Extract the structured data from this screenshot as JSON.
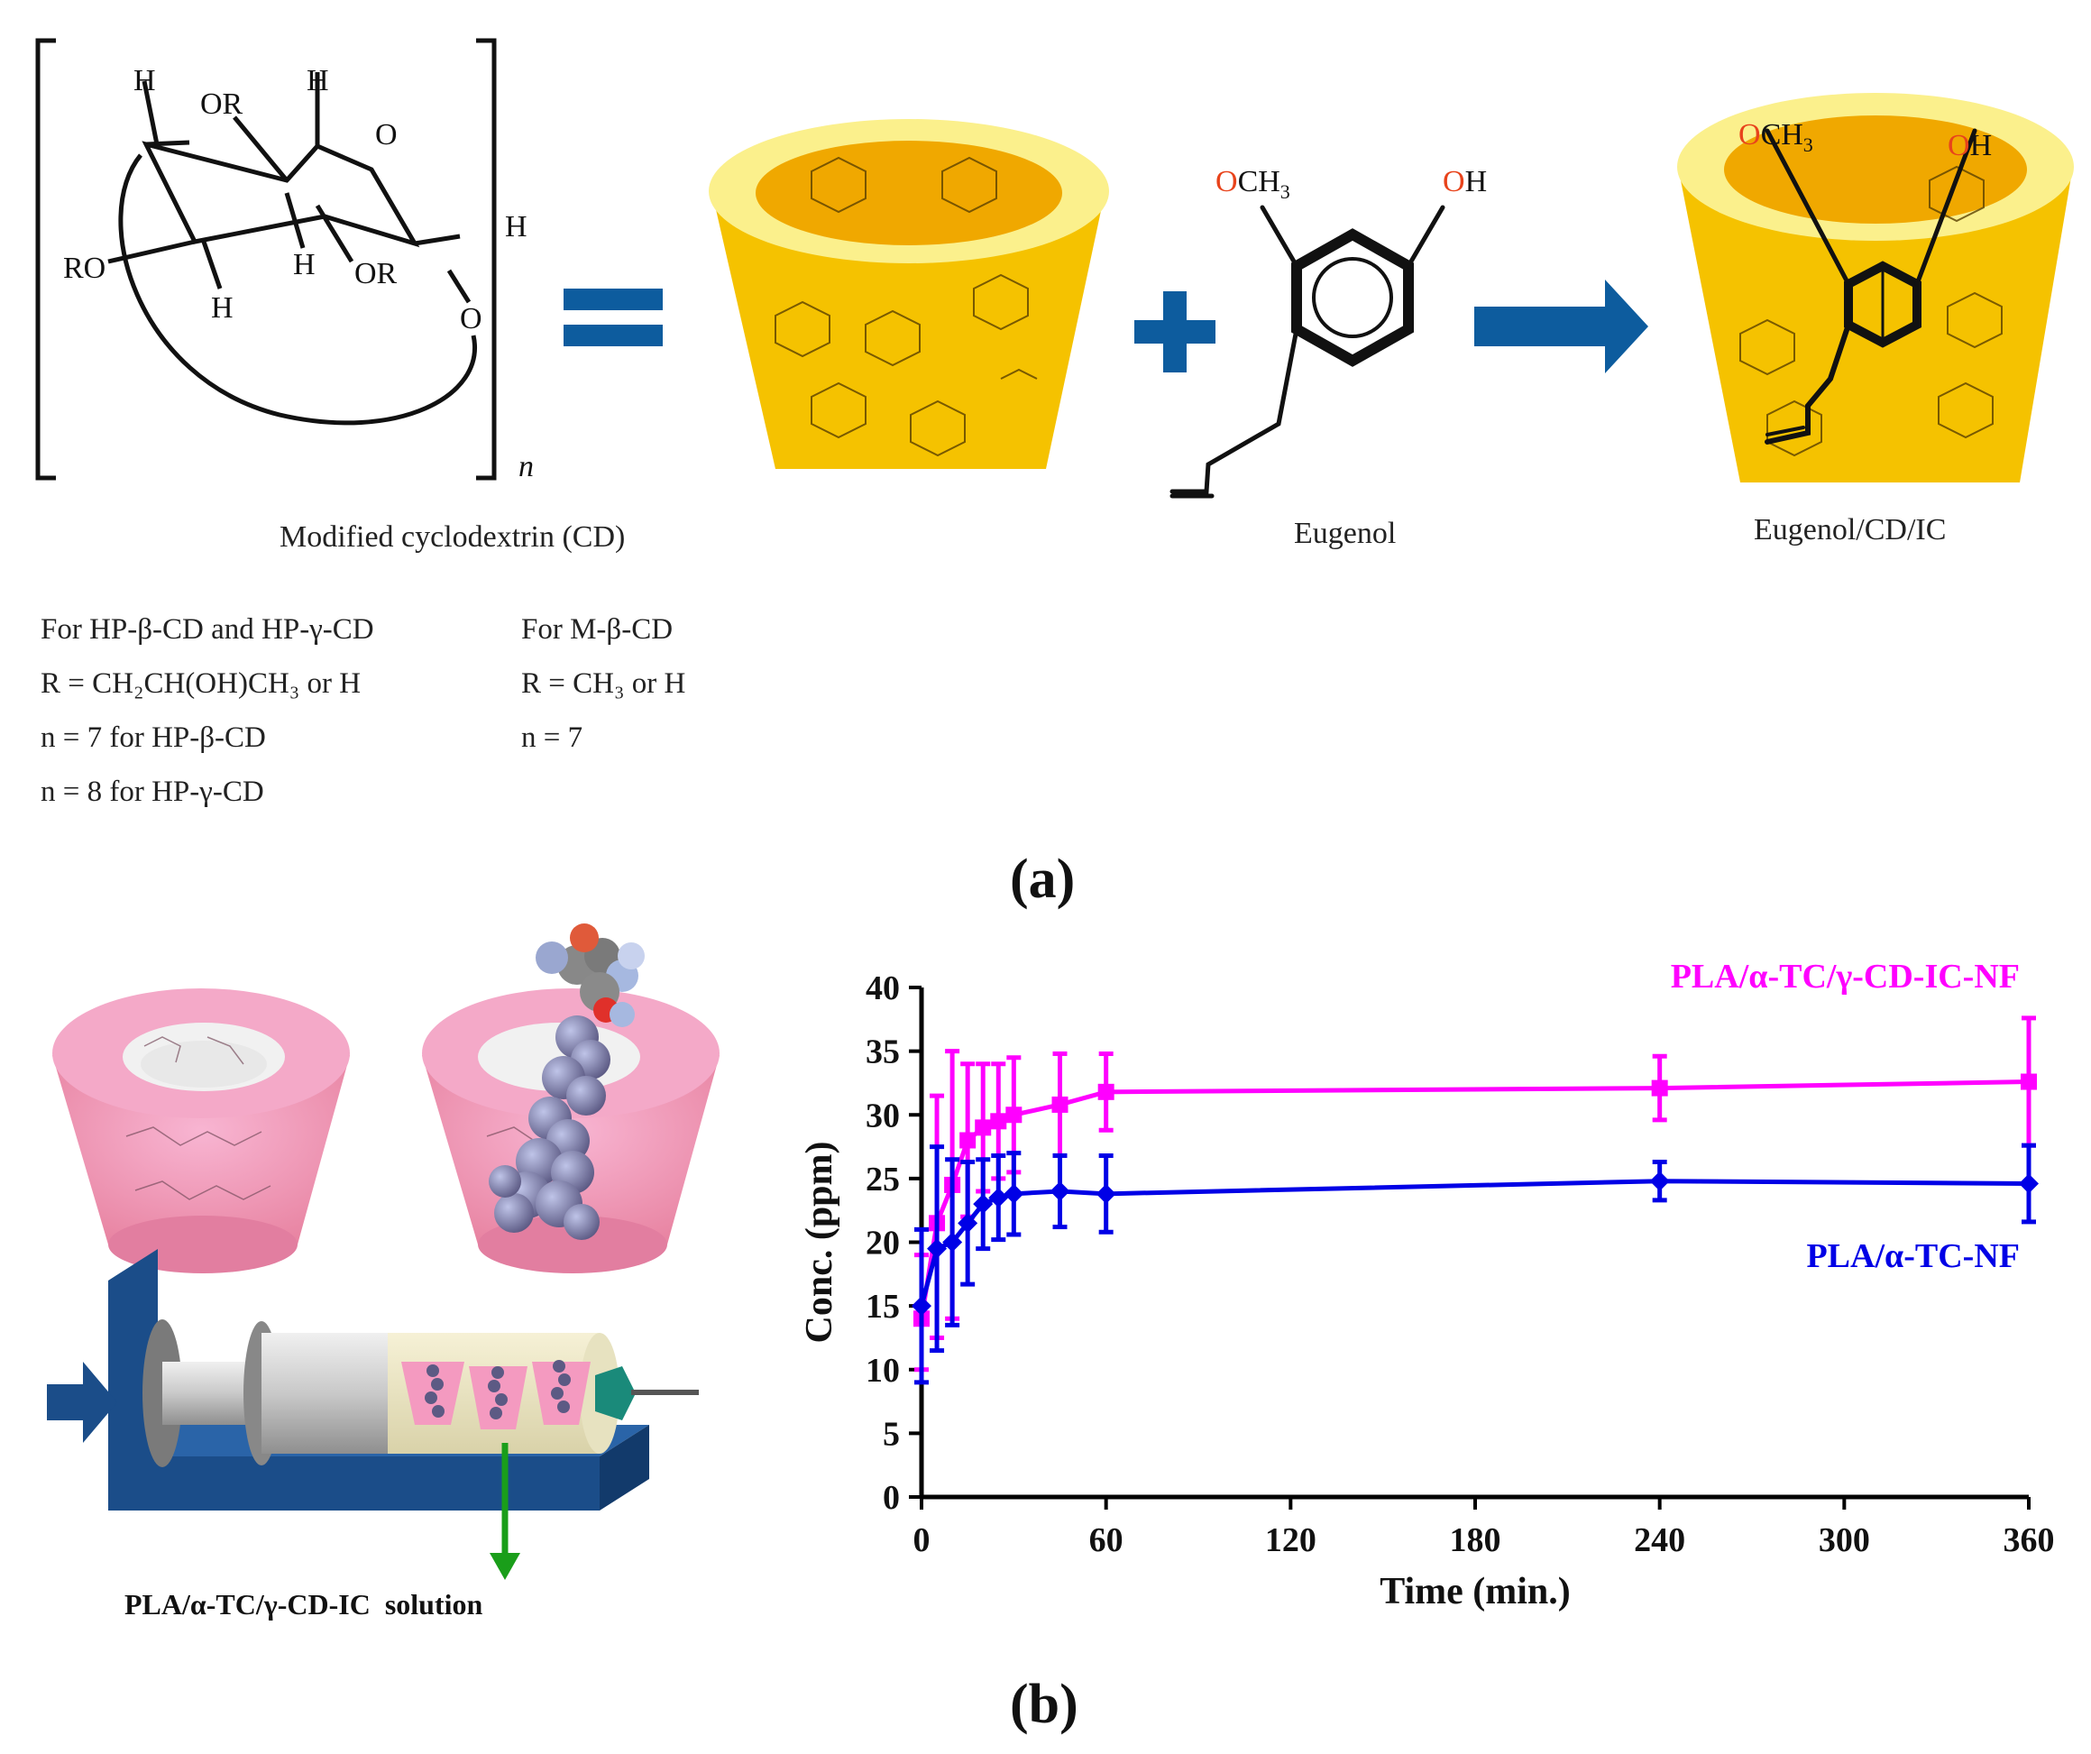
{
  "panel_a": {
    "label": "(a)",
    "structure": {
      "n_subscript": "n",
      "atoms": {
        "h1": "H",
        "or1": "OR",
        "h2": "H",
        "o1": "O",
        "h3": "H",
        "ro": "RO",
        "h4": "H",
        "or2": "OR",
        "o2": "O",
        "h5": "H"
      },
      "caption": "Modified cyclodextrin (CD)"
    },
    "eugenol": {
      "och3": "OCH",
      "och3_sub": "3",
      "oh": "OH",
      "caption": "Eugenol"
    },
    "complex": {
      "och3": "OCH",
      "och3_sub": "3",
      "oh": "OH",
      "caption": "Eugenol/CD/IC"
    },
    "notes_left": {
      "line1": "For HP-β-CD and HP-γ-CD",
      "line2": "R = CH₂CH(OH)CH₃ or H",
      "line3": "n = 7 for HP-β-CD",
      "line4": "n = 8 for HP-γ-CD"
    },
    "notes_right": {
      "line1": "For M-β-CD",
      "line2": "R = CH₃ or H",
      "line3": "n = 7"
    },
    "colors": {
      "cone_body": "#f5c200",
      "cone_rim": "#fbf08c",
      "cone_cavity": "#f0a800",
      "arrow_blue": "#0d5c9e",
      "oxygen_red": "#e8431b"
    }
  },
  "panel_b": {
    "label": "(b)",
    "solution_label": "PLA/α-TC/γ-CD-IC  solution",
    "colors": {
      "cone_pink": "#f49ac0",
      "pump_blue": "#1b4d89",
      "green_arrow": "#1a9e1a"
    }
  },
  "chart_data": {
    "type": "line",
    "xlabel": "Time (min.)",
    "ylabel": "Conc. (ppm)",
    "xlim": [
      0,
      360
    ],
    "ylim": [
      0,
      40
    ],
    "xticks": [
      0,
      60,
      120,
      180,
      240,
      300,
      360
    ],
    "yticks": [
      0,
      5,
      10,
      15,
      20,
      25,
      30,
      35,
      40
    ],
    "series": [
      {
        "name": "PLA/α-TC/γ-CD-IC-NF",
        "color": "#ff00ff",
        "marker": "square",
        "x": [
          0,
          5,
          10,
          15,
          20,
          25,
          30,
          45,
          60,
          240,
          360
        ],
        "y": [
          14,
          21.5,
          24.5,
          28,
          29,
          29.5,
          30,
          30.8,
          31.8,
          32.1,
          32.6
        ],
        "err_low": [
          4,
          9,
          10.5,
          6,
          5,
          4.5,
          4.5,
          4,
          3,
          2.5,
          5
        ],
        "err_high": [
          5,
          10,
          10.5,
          6,
          5,
          4.5,
          4.5,
          4,
          3,
          2.5,
          5
        ]
      },
      {
        "name": "PLA/α-TC-NF",
        "color": "#0000e6",
        "marker": "diamond",
        "x": [
          0,
          5,
          10,
          15,
          20,
          25,
          30,
          45,
          60,
          240,
          360
        ],
        "y": [
          15,
          19.5,
          20,
          21.5,
          23,
          23.5,
          23.8,
          24,
          23.8,
          24.8,
          24.6
        ],
        "err_low": [
          6,
          8,
          6.5,
          4.8,
          3.5,
          3.3,
          3.2,
          2.8,
          3,
          1.5,
          3
        ],
        "err_high": [
          6,
          8,
          6.5,
          4.8,
          3.5,
          3.3,
          3.2,
          2.8,
          3,
          1.5,
          3
        ]
      }
    ]
  }
}
